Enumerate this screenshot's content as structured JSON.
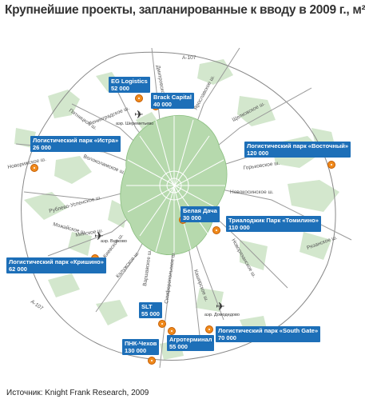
{
  "title": "Крупнейшие проекты, запланированные к вводу в 2009 г., м²",
  "source": "Источник: Knight Frank Research, 2009",
  "colors": {
    "tag": "#1d6fb8",
    "city": "#b6d9ad",
    "green": "#d3e7cd",
    "marker": "#f08a1c"
  },
  "projects": [
    {
      "name": "EG Logistics",
      "area": "52 000"
    },
    {
      "name": "Brack Capital",
      "area": "40 000"
    },
    {
      "name": "Логистический парк «Истра»",
      "area": "26 000"
    },
    {
      "name": "Логистический парк «Восточный»",
      "area": "120 000"
    },
    {
      "name": "Белая Дача",
      "area": "30 000"
    },
    {
      "name": "Триалоджик Парк «Томилино»",
      "area": "110 000"
    },
    {
      "name": "Логистический парк «Кришино»",
      "area": "62 000"
    },
    {
      "name": "SLT",
      "area": "55 000"
    },
    {
      "name": "ПНК-Чехов",
      "area": "130 000"
    },
    {
      "name": "Агротерминал",
      "area": "55 000"
    },
    {
      "name": "Логистический парк «South Gate»",
      "area": "70 000"
    }
  ],
  "roads": {
    "a107_top": "А-107",
    "dmitrovskoe": "Дмитровское ш.",
    "yaroslavskoe": "Ярославское ш.",
    "leningradskoe": "Ленинградское ш.",
    "pyatnitskoe": "Пятницкое ш.",
    "shchelkovskoe": "Щелковское ш.",
    "volokolamskoe": "Волоколамское ш.",
    "novorizhskoe": "Новорижское ш.",
    "gorkovskoe": "Горьковское ш.",
    "novoaroshinskoe": "Новокосинское ш.",
    "rublevo": "Рублево-Успенское ш.",
    "mozhaiskoe": "Можайское ш.",
    "minskoe": "Минское ш.",
    "kievskoe": "Киевское ш.",
    "kaluzhskoe": "Калужское ш.",
    "ryazanskoe": "Рязанское ш.",
    "novoryazanskoe": "Новорязанское ш.",
    "a107_bottom": "А-107",
    "varshavskoe": "Варшавское ш.",
    "kashirskoe": "Каширское ш.",
    "simferopolskoe": "Симферопольское ш."
  },
  "airports": {
    "sheremetyevo": "аэр. Шереметьево",
    "vnukovo": "аэр. Внуково",
    "domodedovo": "аэр. Домодедово"
  }
}
